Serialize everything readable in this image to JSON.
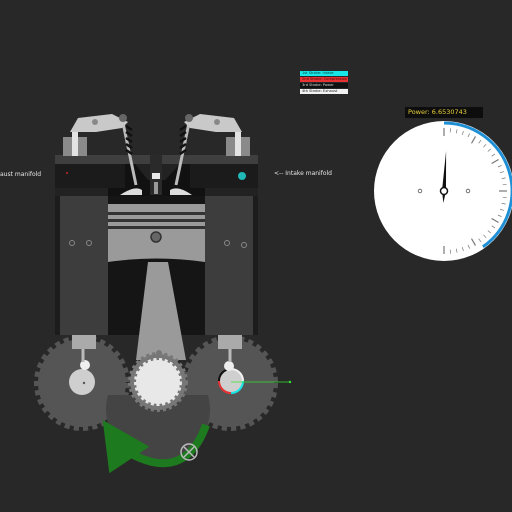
{
  "labels": {
    "exhaust_manifold": "aust manifold",
    "intake_manifold": "<-- Intake manifold"
  },
  "legend": [
    {
      "text": "1st Stroke: Intake",
      "bg": "#19e6e6",
      "fg": "#0b3b3b"
    },
    {
      "text": "2nd Stroke: Compression",
      "bg": "#e63232",
      "fg": "#3d0a0a"
    },
    {
      "text": "3rd Stroke: Power",
      "bg": "#111111",
      "fg": "#dddddd"
    },
    {
      "text": "4th Stroke: Exhaust",
      "bg": "#f2f2f2",
      "fg": "#222222"
    }
  ],
  "power": {
    "text": "Power: 6.6530743",
    "fraction": 0.52
  },
  "colors": {
    "background": "#282828",
    "engine_body": "#2e2e2e",
    "gear": "#555555",
    "arrow": "#1e7a1e",
    "gauge_arc": "#1f8fd6",
    "intake_dot": "#22d4d4",
    "crank_line": "#32e632"
  },
  "icons": {
    "rotation_arrow": "curved-arrow-icon",
    "crank_target": "crosshair-x-icon"
  }
}
